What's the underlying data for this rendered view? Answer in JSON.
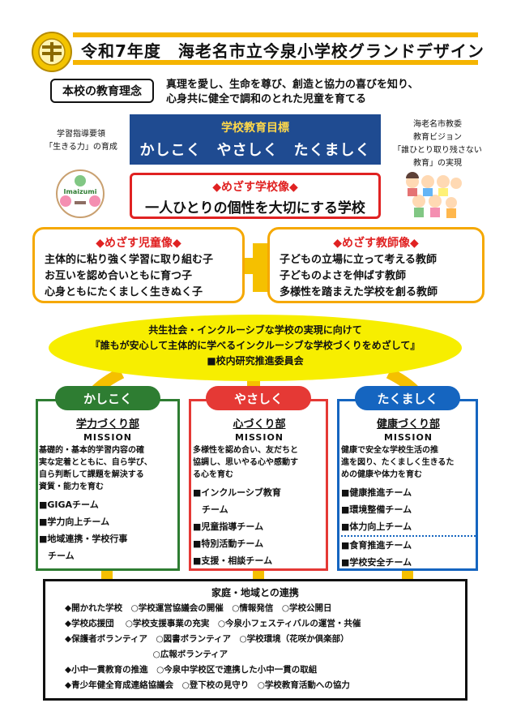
{
  "title": "令和7年度　海老名市立今泉小学校グランドデザイン",
  "philosophy": {
    "label": "本校の教育理念",
    "text": "真理を愛し、生命を尊び、創造と協力の喜びを知り、\n心身共に健全で調和のとれた児童を育てる"
  },
  "left_side": {
    "text": "学習指導要領\n「生きる力」の育成",
    "logo_text": "Imaizumi"
  },
  "right_side": {
    "text": "海老名市教委\n教育ビジョン\n「誰ひとり取り残さない\n教育」の実現"
  },
  "goal": {
    "title": "学校教育目標",
    "text": "かしこく　やさしく　たくましく"
  },
  "school_image": {
    "title": "◆めざす学校像◆",
    "text": "一人ひとりの個性を大切にする学校"
  },
  "child_image": {
    "title": "◆めざす児童像◆",
    "lines": "主体的に粘り強く学習に取り組む子\nお互いを認め合いともに育つ子\n心身ともにたくましく生きぬく子"
  },
  "teacher_image": {
    "title": "◆めざす教師像◆",
    "lines": "子どもの立場に立って考える教師\n子どものよさを伸ばす教師\n多様性を踏まえた学校を創る教師"
  },
  "inclusive": {
    "line1": "共生社会・インクルーシブな学校の実現に向けて",
    "line2": "『誰もが安心して主体的に学べるインクルーシブな学校づくりをめざして』",
    "line3": "■校内研究推進委員会"
  },
  "pillars": {
    "left": {
      "pill": "かしこく",
      "dept": "学力づくり部",
      "mission": "MISSION",
      "desc": "基礎的・基本的学習内容の確\n実な定着とともに、自ら学び、\n自ら判断して課題を解決する\n資質・能力を育む",
      "items": [
        "■GIGAチーム",
        "■学力向上チーム",
        "■地域連携・学校行事",
        "　チーム"
      ],
      "color": "#2e7d32"
    },
    "center": {
      "pill": "やさしく",
      "dept": "心づくり部",
      "mission": "MISSION",
      "desc": "多様性を認め合い、友だちと\n協調し、思いやる心や感動す\nる心を育む",
      "items": [
        "■インクルーシブ教育",
        "　チーム",
        "■児童指導チーム",
        "■特別活動チーム",
        "■支援・相談チーム"
      ],
      "color": "#e53935"
    },
    "right": {
      "pill": "たくましく",
      "dept": "健康づくり部",
      "mission": "MISSION",
      "desc": "健康で安全な学校生活の推\n進を図り、たくましく生きるた\nめの健康や体力を育む",
      "items": [
        "■健康推進チーム",
        "■環境整備チーム",
        "■体力向上チーム",
        "■食育推進チーム",
        "■学校安全チーム"
      ],
      "color": "#1565c0"
    }
  },
  "community": {
    "title": "家庭・地域との連携",
    "lines": [
      "◆開かれた学校　○学校運営協議会の開催　○情報発信　○学校公開日",
      "◆学校応援団　 ○学校支援事業の充実　○今泉小フェスティバルの運営・共催",
      "◆保護者ボランティア　○図書ボランティア　○学校環境（花咲か倶楽部）",
      "　　　　　　　　　　 ○広報ボランティア",
      "◆小中一貫教育の推進　○今泉中学校区で連携した小中一貫の取組",
      "◆青少年健全育成連絡協議会　○登下校の見守り　○学校教育活動への協力"
    ]
  }
}
